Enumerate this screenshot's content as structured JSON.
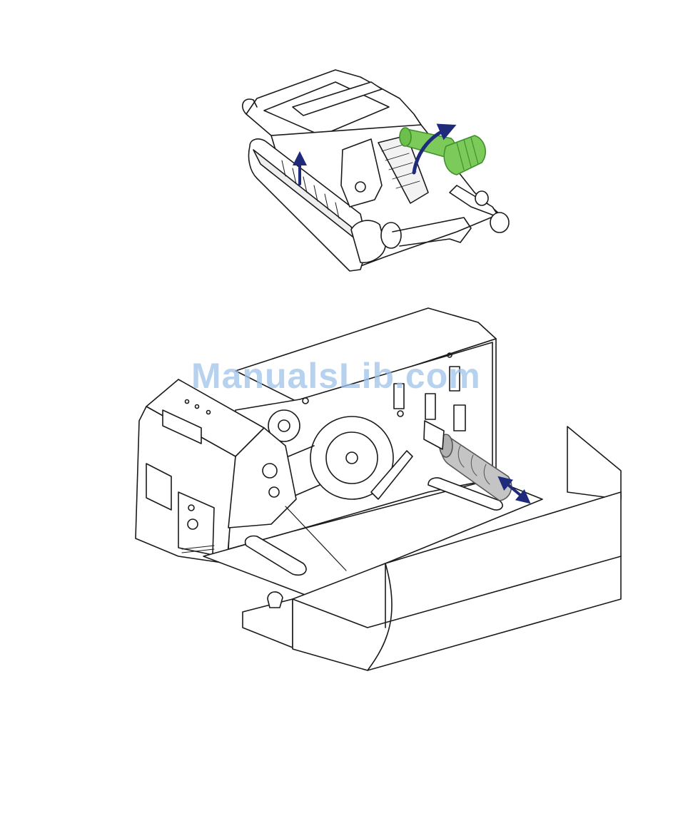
{
  "watermark": {
    "text": "ManualsLib.com"
  },
  "colors": {
    "line": "#1a1a1a",
    "fill": "#ffffff",
    "shade": "#e6e6e6",
    "arrow": "#1f2a7a",
    "green": "#7ccb5a",
    "green_dark": "#3f8f2c",
    "roller_grey": "#c4c4c4",
    "watermark": "#9fc4ea"
  },
  "figures": [
    {
      "id": "print-head-mechanism",
      "arrows": [
        "lift-up-arrow",
        "rotate-arrow"
      ],
      "highlight": "green-ribbon-roller"
    },
    {
      "id": "printer-open-view",
      "arrows": [
        "pull-out-arrow"
      ],
      "highlight": "grey-ribbon-spindle"
    }
  ]
}
